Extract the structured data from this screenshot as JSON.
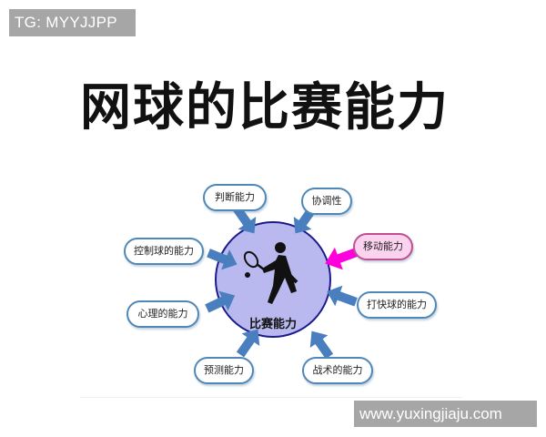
{
  "watermarks": {
    "top": "TG: MYYJJPP",
    "bottom": "www.yuxingjiaju.com"
  },
  "title": "网球的比赛能力",
  "diagram": {
    "center": {
      "label": "比赛能力",
      "icon": "tennis-player-icon",
      "fill": "#b8b8ee",
      "stroke": "#1a1a8c"
    },
    "arrow_color": "#4a7fbf",
    "highlight_color": "#ff00dd",
    "nodes": [
      {
        "label": "判断能力",
        "highlight": false
      },
      {
        "label": "协调性",
        "highlight": false
      },
      {
        "label": "移动能力",
        "highlight": true
      },
      {
        "label": "控制球的能力",
        "highlight": false
      },
      {
        "label": "打快球的能力",
        "highlight": false
      },
      {
        "label": "心理的能力",
        "highlight": false
      },
      {
        "label": "预测能力",
        "highlight": false
      },
      {
        "label": "战术的能力",
        "highlight": false
      }
    ]
  }
}
